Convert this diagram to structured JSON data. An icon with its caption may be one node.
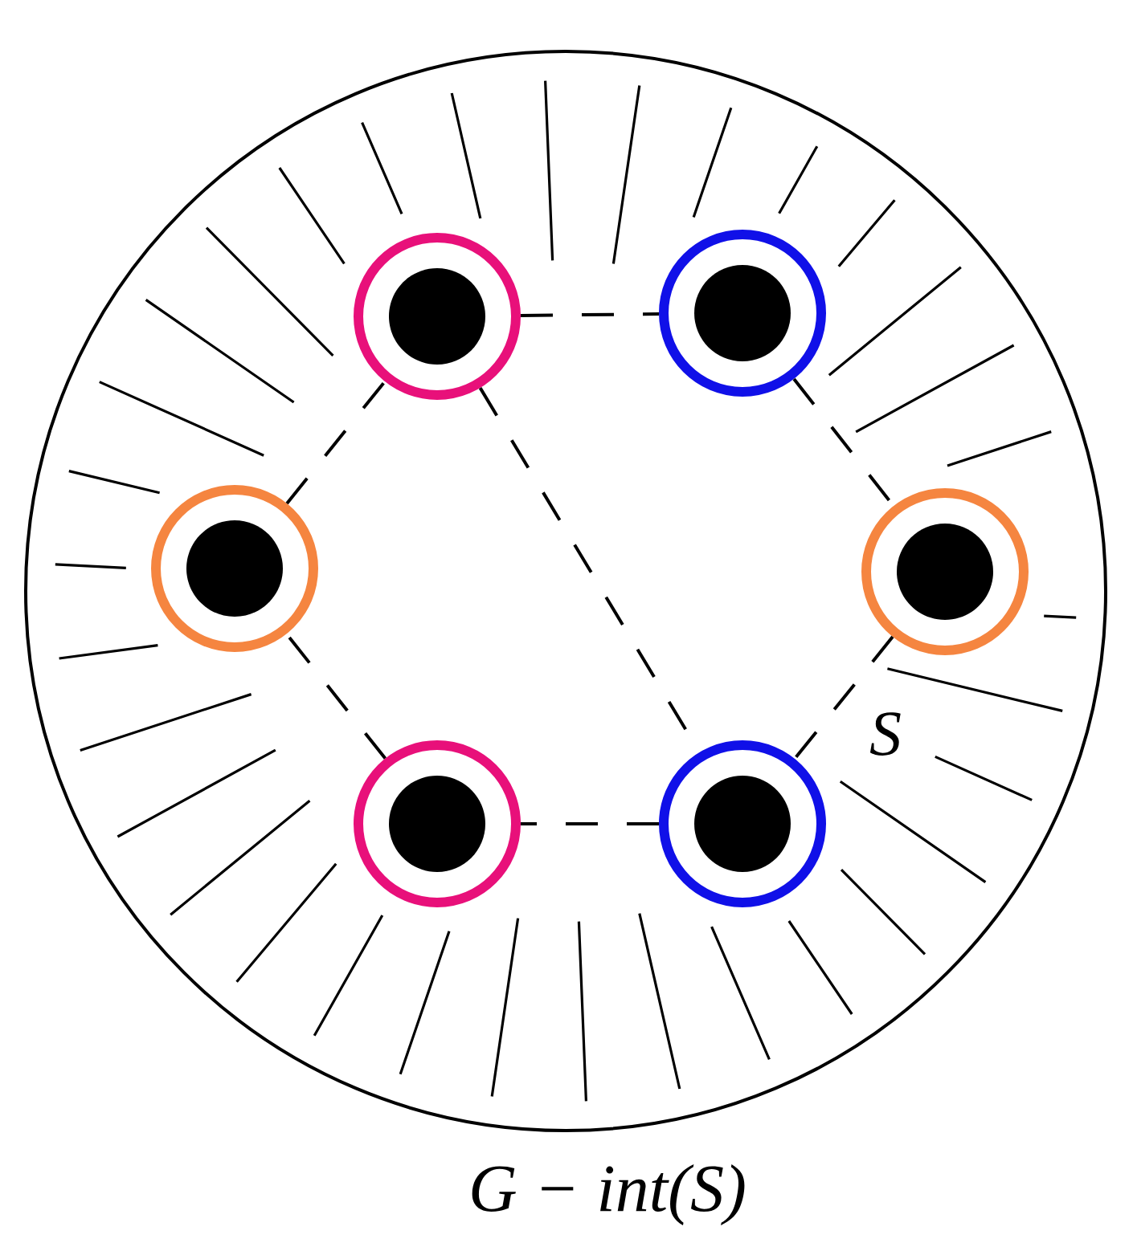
{
  "diagram": {
    "caption": "G − int(S)",
    "nodes": [
      {
        "text": [],
        "shape": "circle"
      },
      {
        "text": [],
        "shape": "circle",
        "in": 0
      },
      {
        "text": [],
        "shape": "circle",
        "in": 0
      },
      {
        "text": [],
        "shape": "circle",
        "in": 0
      },
      {
        "text": [],
        "shape": "circle",
        "in": 0
      },
      {
        "text": [],
        "shape": "circle",
        "in": 0
      },
      {
        "text": [],
        "shape": "circle",
        "in": 0
      }
    ],
    "edges": [
      {
        "from": 1,
        "to": 2,
        "arrow": "none",
        "style": "dashed"
      },
      {
        "from": 2,
        "to": 3,
        "arrow": "none",
        "style": "dashed"
      },
      {
        "from": 3,
        "to": 4,
        "arrow": "none",
        "style": "dashed"
      },
      {
        "from": 4,
        "to": 5,
        "arrow": "none",
        "style": "dashed"
      },
      {
        "from": 5,
        "to": 6,
        "arrow": "none",
        "style": "dashed"
      },
      {
        "from": 6,
        "to": 1,
        "arrow": "none",
        "style": "dashed"
      },
      {
        "from": 1,
        "to": 4,
        "arrow": "none",
        "style": "dashed"
      }
    ],
    "labels": [
      "S"
    ]
  }
}
